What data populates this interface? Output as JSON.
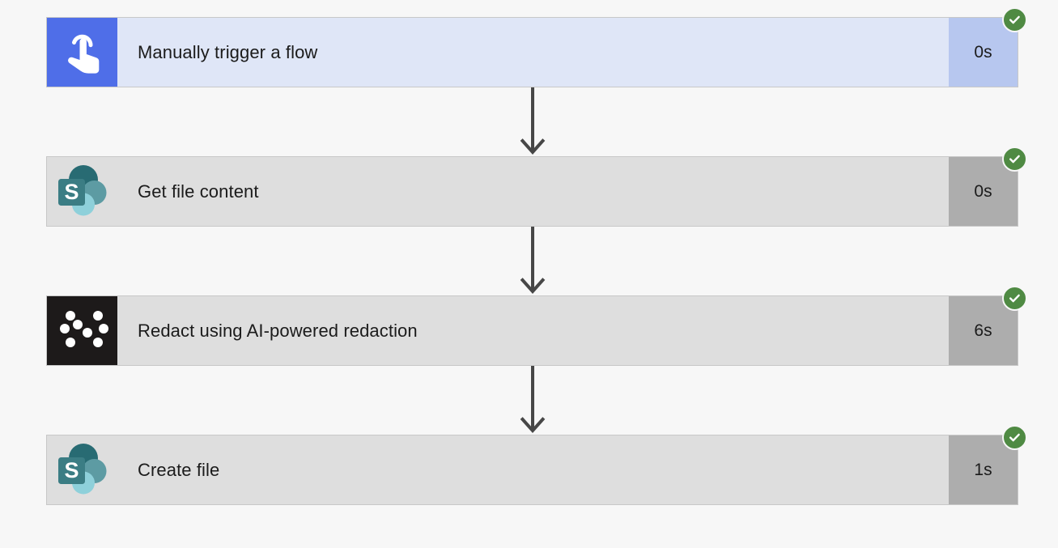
{
  "page": {
    "background_color": "#f7f7f7",
    "title": "Flow run steps"
  },
  "colors": {
    "trigger_body": "#dfe6f7",
    "trigger_duration": "#b7c7ef",
    "action_body": "#dedede",
    "action_duration": "#adadad",
    "success_badge": "#4f8a43",
    "connector_arrow": "#474747",
    "text": "#1b1b1b",
    "trigger_icon_background": "#4f6ee8",
    "redact_icon_background": "#1d1a1a",
    "sharepoint_dark_teal": "#266b73",
    "sharepoint_mid_teal": "#5d9ba3",
    "sharepoint_light_teal": "#8ed0da"
  },
  "steps": [
    {
      "id": "manually-trigger-a-flow",
      "label": "Manually trigger a flow",
      "duration": "0s",
      "status": "succeeded",
      "status_icon": "check-circle-icon",
      "icon": "tap-hand-icon",
      "kind": "trigger"
    },
    {
      "id": "get-file-content",
      "label": "Get file content",
      "duration": "0s",
      "status": "succeeded",
      "status_icon": "check-circle-icon",
      "icon": "sharepoint-icon",
      "kind": "action"
    },
    {
      "id": "redact-using-ai-powered-redaction",
      "label": "Redact using AI-powered redaction",
      "duration": "6s",
      "status": "succeeded",
      "status_icon": "check-circle-icon",
      "icon": "redact-dots-icon",
      "kind": "action"
    },
    {
      "id": "create-file",
      "label": "Create file",
      "duration": "1s",
      "status": "succeeded",
      "status_icon": "check-circle-icon",
      "icon": "sharepoint-icon",
      "kind": "action"
    }
  ],
  "connectors": [
    {
      "from": "manually-trigger-a-flow",
      "to": "get-file-content",
      "icon": "arrow-down-icon"
    },
    {
      "from": "get-file-content",
      "to": "redact-using-ai-powered-redaction",
      "icon": "arrow-down-icon"
    },
    {
      "from": "redact-using-ai-powered-redaction",
      "to": "create-file",
      "icon": "arrow-down-icon"
    }
  ]
}
